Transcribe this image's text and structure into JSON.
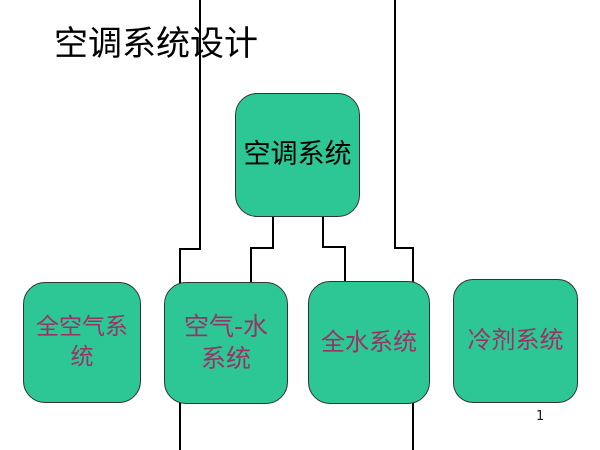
{
  "slide": {
    "title": "空调系统设计",
    "page_number": "1"
  },
  "diagram": {
    "root": {
      "label": "空调系统"
    },
    "children": [
      {
        "label": "全空气系\n统"
      },
      {
        "label": "空气-水\n系统"
      },
      {
        "label": "全水系统"
      },
      {
        "label": "冷剂系统"
      }
    ]
  },
  "colors": {
    "box_fill": "#2cc795",
    "box_border": "#333333",
    "connector": "#000000",
    "child_text": "#993366",
    "root_text": "#000000",
    "title_text": "#000000",
    "background": "#ffffff"
  }
}
